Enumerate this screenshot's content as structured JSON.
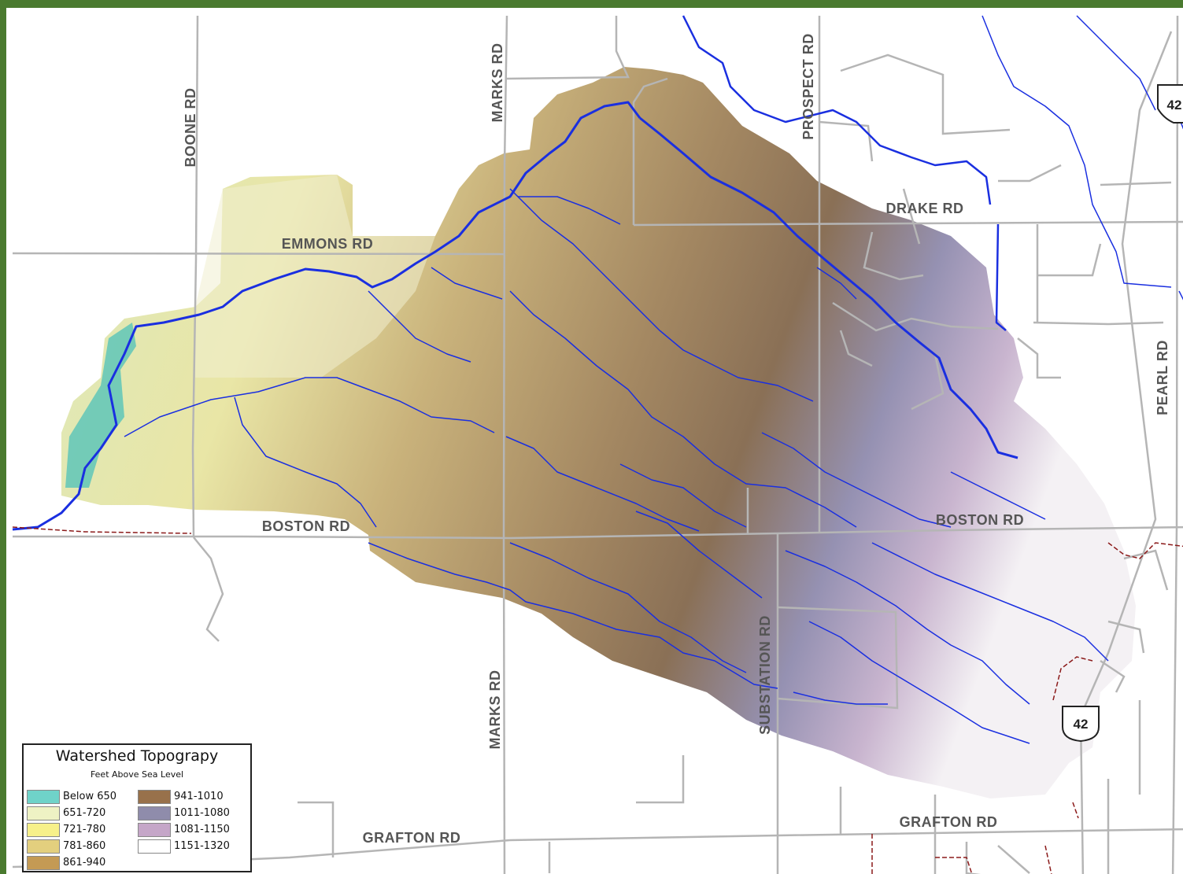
{
  "roads": {
    "boone": "BOONE RD",
    "marks_north": "MARKS RD",
    "marks_south": "MARKS RD",
    "prospect": "PROSPECT RD",
    "drake": "DRAKE RD",
    "emmons": "EMMONS RD",
    "boston_west": "BOSTON RD",
    "boston_east": "BOSTON RD",
    "pearl": "PEARL RD",
    "substation": "SUBSTATION RD",
    "grafton_west": "GRAFTON RD",
    "grafton_east": "GRAFTON RD"
  },
  "route_shields": {
    "north": "42",
    "south": "42"
  },
  "legend": {
    "title": "Watershed Topograpy",
    "subtitle": "Feet Above Sea Level",
    "items": [
      {
        "label": "Below 650",
        "color": "#6fd3c9"
      },
      {
        "label": "651-720",
        "color": "#eef2c4"
      },
      {
        "label": "721-780",
        "color": "#f7f08a"
      },
      {
        "label": "781-860",
        "color": "#e3cf7e"
      },
      {
        "label": "861-940",
        "color": "#c49a54"
      },
      {
        "label": "941-1010",
        "color": "#98714b"
      },
      {
        "label": "1011-1080",
        "color": "#8f8cab"
      },
      {
        "label": "1081-1150",
        "color": "#c5a6c8"
      },
      {
        "label": "1151-1320",
        "color": "#ffffff"
      }
    ]
  },
  "colors": {
    "frame": "#4a7a2f",
    "stream": "#1a2fe0",
    "road": "#b5b5b5",
    "boundary": "#8b1a1a"
  }
}
